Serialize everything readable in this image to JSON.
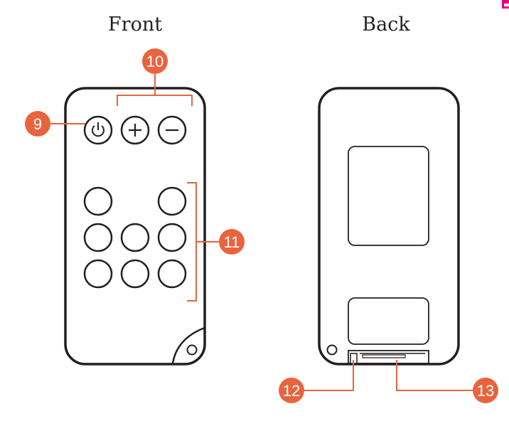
{
  "titles": {
    "front": "Front",
    "back": "Back"
  },
  "callouts": [
    {
      "key": "c9",
      "label": "9"
    },
    {
      "key": "c10",
      "label": "10"
    },
    {
      "key": "c11",
      "label": "11"
    },
    {
      "key": "c12",
      "label": "12"
    },
    {
      "key": "c13",
      "label": "13"
    }
  ],
  "colors": {
    "accent": "#e8643f",
    "outline": "#231f20",
    "background": "#ffffff",
    "corner_mark": "#e6007e"
  },
  "icons": {
    "power": "power-icon",
    "plus": "plus-icon",
    "minus": "minus-icon"
  }
}
